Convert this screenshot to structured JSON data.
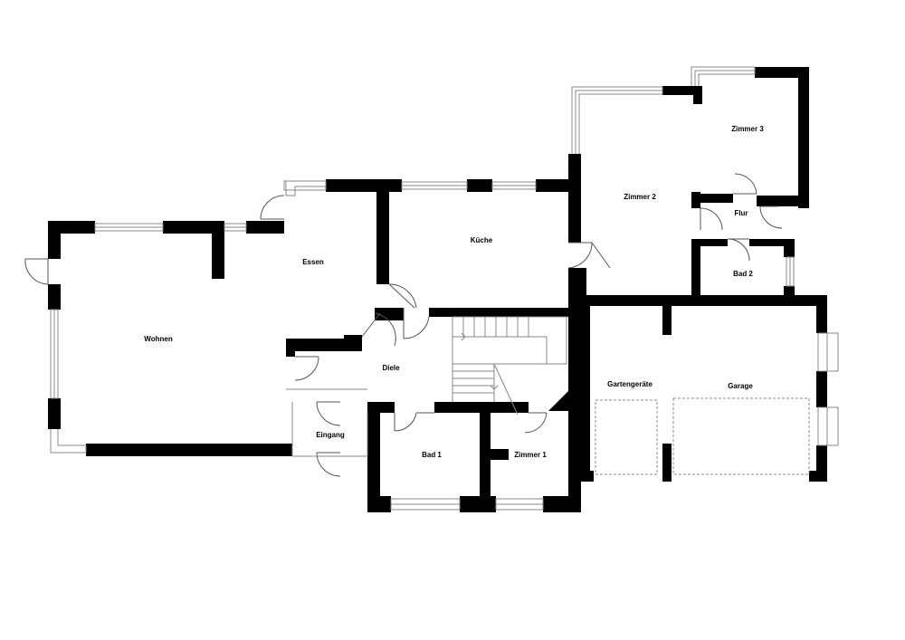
{
  "floor_plan": {
    "rooms": {
      "wohnen": "Wohnen",
      "essen": "Essen",
      "kueche": "Küche",
      "zimmer2": "Zimmer 2",
      "zimmer3": "Zimmer 3",
      "flur": "Flur",
      "bad2": "Bad 2",
      "diele": "Diele",
      "eingang": "Eingang",
      "bad1": "Bad 1",
      "zimmer1": "Zimmer 1",
      "gartengeraete": "Gartengeräte",
      "garage": "Garage"
    },
    "colors": {
      "wall": "#000000",
      "window": "#888888",
      "door": "#555555",
      "background": "#ffffff"
    }
  }
}
